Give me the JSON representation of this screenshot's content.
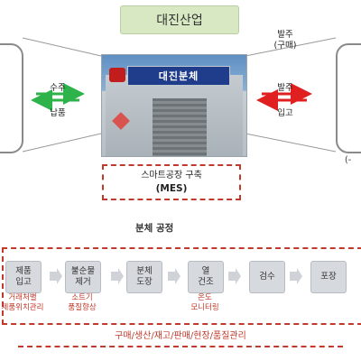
{
  "title": "대진산업",
  "left_arrows": {
    "top": "수주",
    "bottom": "납품"
  },
  "right_top": {
    "line1": "발주",
    "line2": "(구매)"
  },
  "right_arrows": {
    "top": "발주",
    "bottom": "입고"
  },
  "right_box_fragment": "(-",
  "photo_sign": "대진분체",
  "mes": {
    "line1": "스마트공장 구축",
    "line2": "(MES)"
  },
  "section_label": "분체 공정",
  "steps": [
    {
      "label": "제품\n입고",
      "sub": "거래처별\n제품위치관리"
    },
    {
      "label": "불순물\n제거",
      "sub": "소트기\n품질향상"
    },
    {
      "label": "분체\n도장",
      "sub": ""
    },
    {
      "label": "열\n건조",
      "sub": "온도\n모니터링"
    },
    {
      "label": "검수",
      "sub": ""
    },
    {
      "label": "포장",
      "sub": ""
    }
  ],
  "bottom_label": "구매/생산/재고/판매/현장/품질관리",
  "colors": {
    "green": "#2db34a",
    "red": "#e02020",
    "dashed": "#c0392b",
    "step_fill": "#d6dadf"
  }
}
